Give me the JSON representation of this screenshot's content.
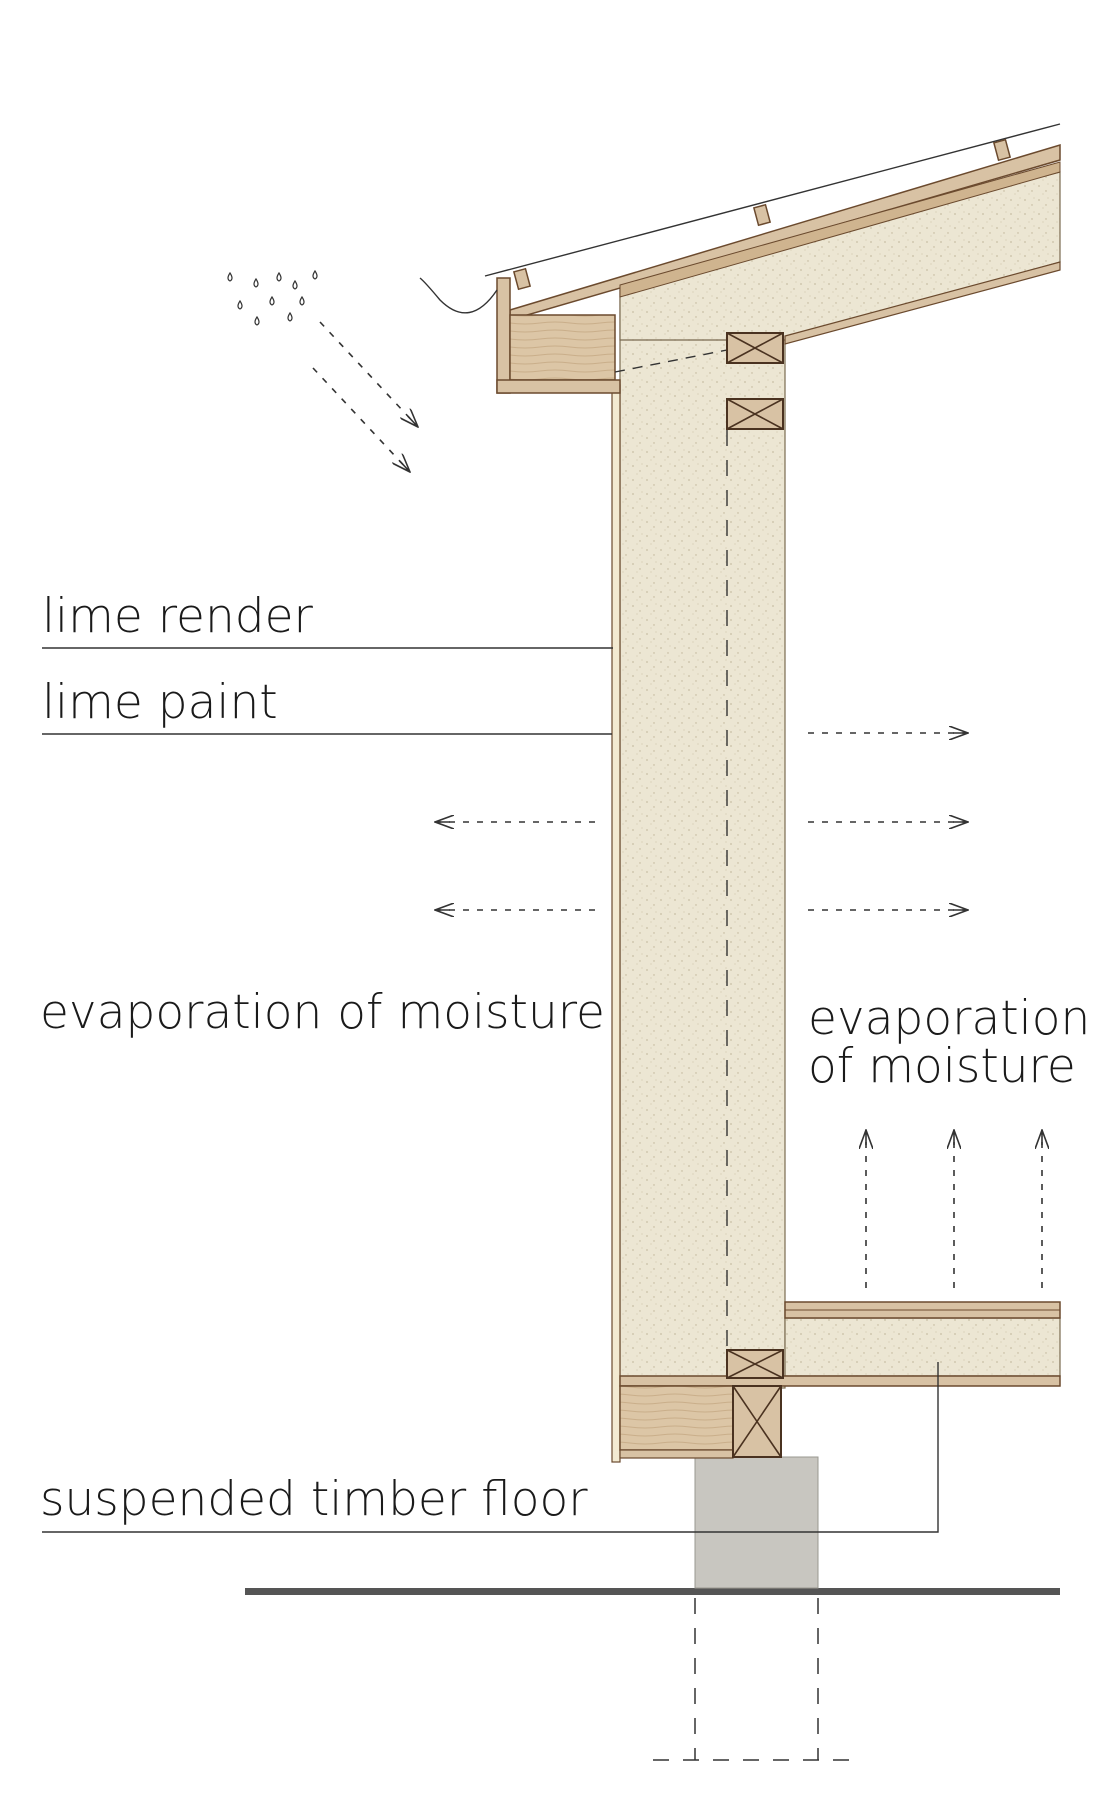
{
  "labels": {
    "lime_render": "lime render",
    "lime_paint": "lime paint",
    "evaporation_left": "evaporation of moisture",
    "evaporation_right_line1": "evaporation",
    "evaporation_right_line2": "of moisture",
    "suspended_floor": "suspended timber floor"
  },
  "colors": {
    "hempcrete": "#ece6d3",
    "hempcrete_speckle": "#c9bfa4",
    "timber": "#d8c2a4",
    "timber_dark": "#6b4a2e",
    "pier": "#c8c6c0",
    "ground": "#555555",
    "ink": "#1a1a1a"
  }
}
